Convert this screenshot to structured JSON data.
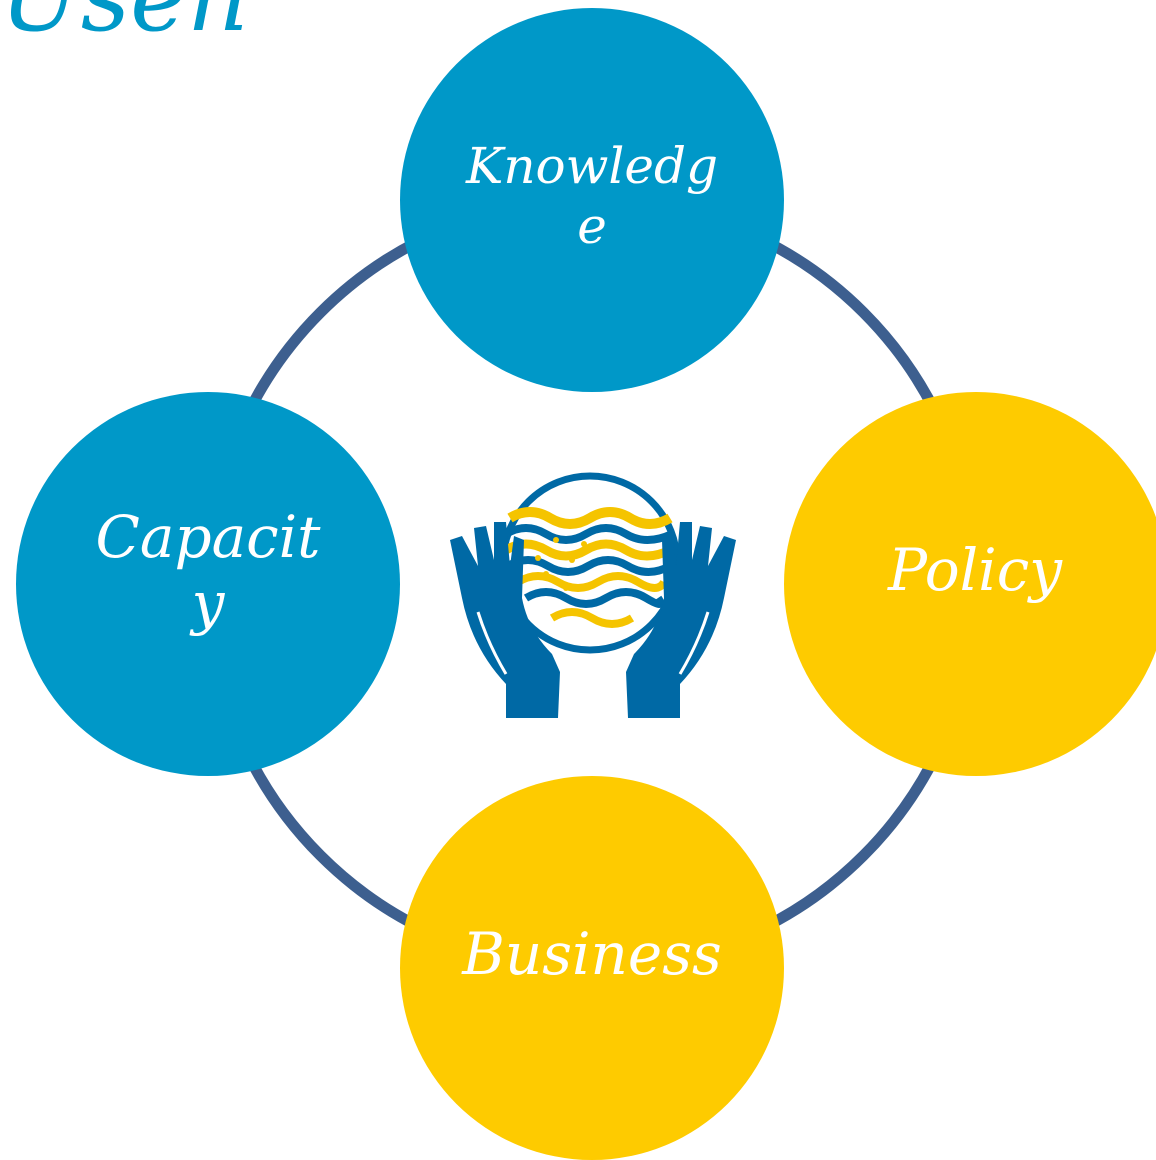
{
  "title_fragment": "Usen",
  "colors": {
    "blue": "#0098c8",
    "yellow": "#fecb00",
    "ring": "#3d5f8f",
    "logo_blue": "#0069a5"
  },
  "nodes": {
    "top": {
      "label": "Knowledge"
    },
    "left": {
      "label": "Capacity"
    },
    "right": {
      "label": "Policy"
    },
    "bottom": {
      "label": "Business"
    }
  },
  "center_logo": {
    "icon": "hands-holding-globe-icon"
  }
}
